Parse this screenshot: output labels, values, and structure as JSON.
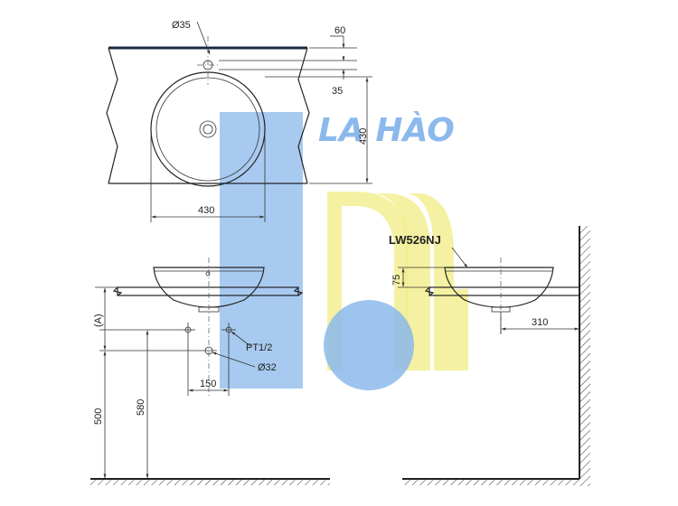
{
  "watermark": {
    "brand_text": "LA HÀO",
    "colors": {
      "blue": "#7fb2ea",
      "yellow": "#f2ec86"
    }
  },
  "top_view": {
    "faucet_hole_diameter": "Ø35",
    "edge_offset_top": "60",
    "hole_offset": "35",
    "depth": "430",
    "bowl_width": "430"
  },
  "front_view": {
    "height_label": "(A)",
    "pipe_thread": "PT1/2",
    "drain_diameter": "Ø32",
    "spacing": "150",
    "height_500": "500",
    "height_580": "580"
  },
  "side_view": {
    "model": "LW526NJ",
    "rim_height": "75",
    "wall_distance": "310"
  }
}
